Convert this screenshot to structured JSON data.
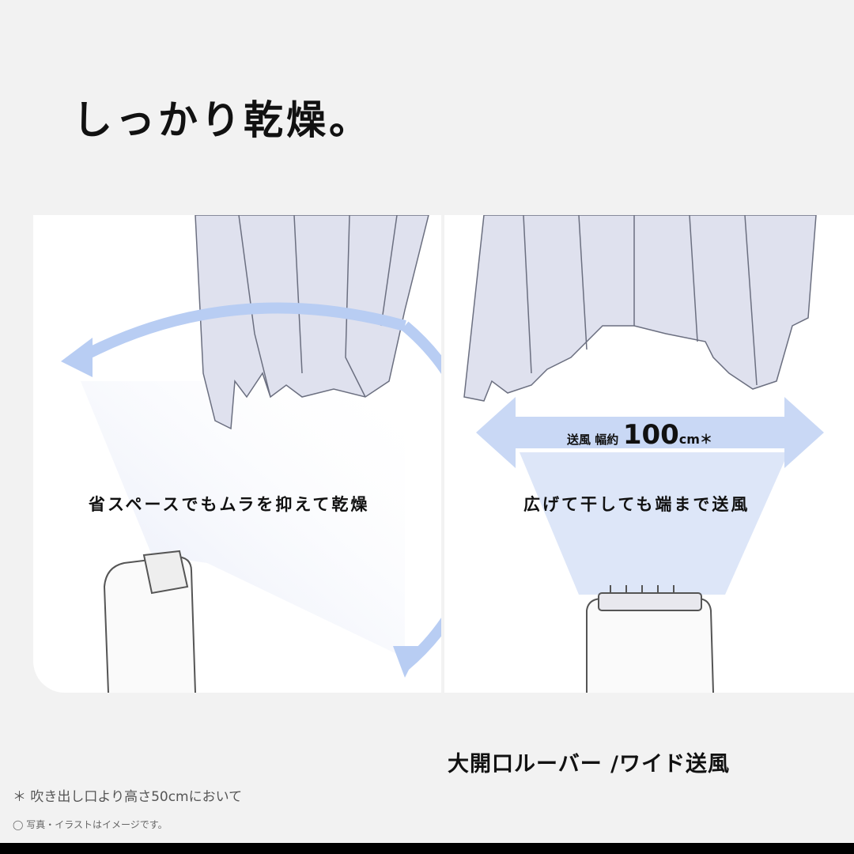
{
  "title": "しっかり乾燥。",
  "left_panel": {
    "caption": "省スペースでもムラを抑えて乾燥"
  },
  "right_panel": {
    "caption": "広げて干しても端まで送風",
    "width_label": {
      "prefix": "送風 幅約",
      "value": "100",
      "unit": "cm＊"
    }
  },
  "feature_label": "大開口ルーバー /ワイド送風",
  "notes": [
    "＊ 吹き出し口より高さ50cmにおいて",
    "◯ 写真・イラストはイメージです。"
  ],
  "colors": {
    "background": "#f2f2f2",
    "clothes": "#dfe1ee",
    "airflow": "#c9d8f5"
  }
}
